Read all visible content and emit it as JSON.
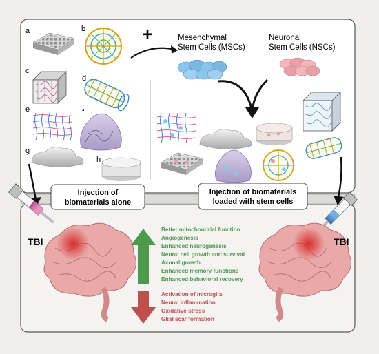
{
  "materials": {
    "labels": [
      "a",
      "b",
      "c",
      "d",
      "e",
      "f",
      "g",
      "h"
    ]
  },
  "cells": {
    "plus": "+",
    "msc_line1": "Mesenchymal",
    "msc_line2": "Stem Cells (MSCs)",
    "nsc_line1": "Neuronal",
    "nsc_line2": "Stem Cells (NSCs)"
  },
  "injection": {
    "alone_line1": "Injection of",
    "alone_line2": "biomaterials alone",
    "loaded_line1": "Injection of biomaterials",
    "loaded_line2": "loaded with stem cells"
  },
  "brain": {
    "left_label": "TBI",
    "right_label": "TBI"
  },
  "effects": {
    "up": [
      "Better mitochondrial function",
      "Angiogenesis",
      "Enhanced neurogenesis",
      "Neural cell growth and survival",
      "Axonal growth",
      "Enhanced memory functions",
      "Enhanced behavioral recovery"
    ],
    "down": [
      "Activation of microglia",
      "Neural inflammation",
      "Oxidative stress",
      "Glial scar formation"
    ]
  },
  "colors": {
    "positive_green": "#4c9a4c",
    "negative_red": "#c0504d",
    "msc_blue": "#7ab8e0",
    "nsc_pink": "#e8a0a8",
    "brain_pink": "#e9a9a8"
  }
}
